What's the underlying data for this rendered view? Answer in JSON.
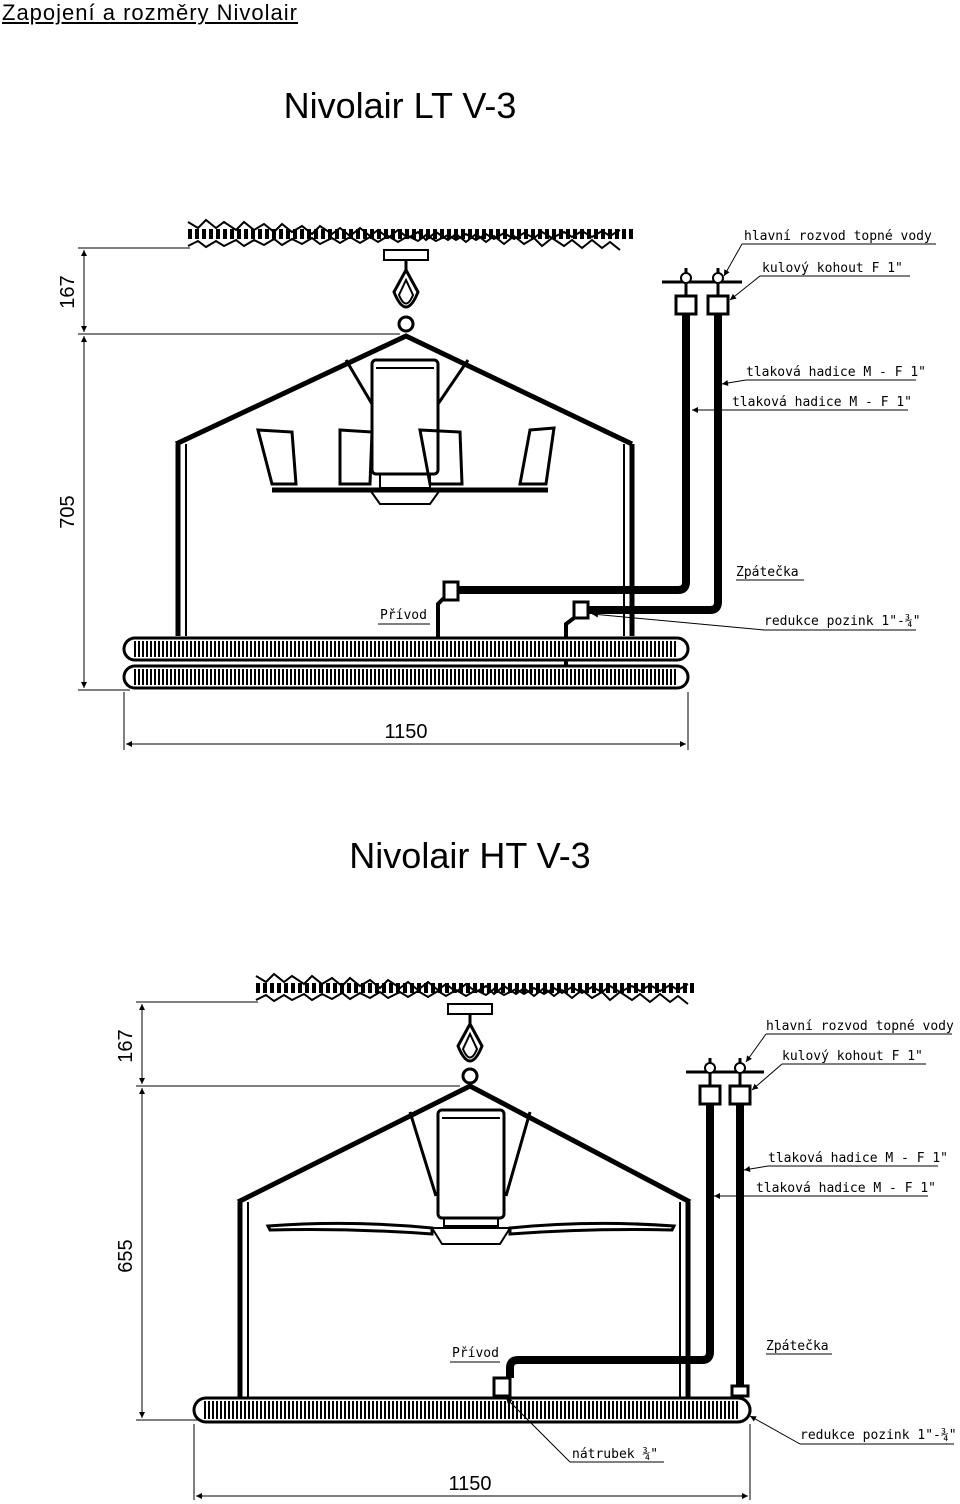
{
  "page_title": "Zapojení a rozměry  Nivolair",
  "diagrams": [
    {
      "title": "Nivolair LT  V-3",
      "labels": {
        "main": "hlavní rozvod topné vody",
        "valve": "kulový kohout F 1\"",
        "hose1": "tlaková hadice M - F 1\"",
        "hose2": "tlaková hadice M - F 1\"",
        "return": "Zpátečka",
        "supply": "Přívod",
        "reduction": "redukce pozink 1\"-¾\""
      },
      "dims": {
        "top": "167",
        "height": "705",
        "width": "1150"
      }
    },
    {
      "title": "Nivolair HT  V-3",
      "labels": {
        "main": "hlavní rozvod topné vody",
        "valve": "kulový kohout F 1\"",
        "hose1": "tlaková hadice M - F 1\"",
        "hose2": "tlaková hadice M - F 1\"",
        "return": "Zpátečka",
        "supply": "Přívod",
        "reduction": "redukce pozink 1\"-¾\"",
        "nipple": "nátrubek ¾\""
      },
      "dims": {
        "top": "167",
        "height": "655",
        "width": "1150"
      }
    }
  ]
}
